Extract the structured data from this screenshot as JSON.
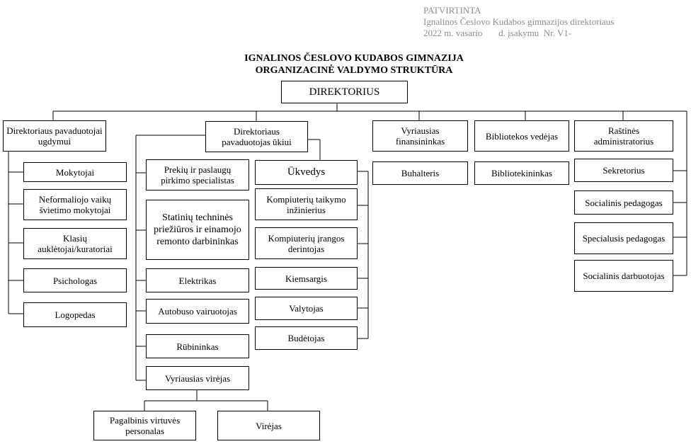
{
  "approval": {
    "line1": "PATVIRTINTA",
    "line2": "Ignalinos Česlovo Kudabos gimnazijos direktoriaus",
    "line3": "2022 m. vasario       d. įsakymu  Nr. V1-"
  },
  "title": {
    "line1": "IGNALINOS ČESLOVO KUDABOS GIMNAZIJA",
    "line2": "ORGANIZACINĖ VALDYMO STRUKTŪRA"
  },
  "nodes": {
    "director": "DIREKTORIUS",
    "deputy_education": "Direktoriaus pavaduotojai ugdymui",
    "deputy_economic": "Direktoriaus pavaduotojas ūkiui",
    "chief_financier": "Vyriausias finansininkas",
    "library_head": "Bibliotekos vedėjas",
    "office_admin": "Raštinės administratorius",
    "teachers": "Mokytojai",
    "nonformal_teachers": "Neformaliojo vaikų švietimo mokytojai",
    "class_tutors": "Klasių auklėtojai/kuratoriai",
    "psychologist": "Psichologas",
    "speech_therapist": "Logopedas",
    "procurement": "Prekių ir paslaugų pirkimo specialistas",
    "maintenance_worker": "Statinių techninės priežiūros ir einamojo remonto darbininkas",
    "electrician": "Elektrikas",
    "bus_driver": "Autobuso vairuotojas",
    "cloakroom": "Rūbininkas",
    "head_cook": "Vyriausias virėjas",
    "kitchen_staff": "Pagalbinis virtuvės personalas",
    "cook": "Virėjas",
    "housekeeper": "Ūkvedys",
    "it_engineer": "Kompiuterių taikymo inžinierius",
    "it_equipment": "Kompiuterių įrangos derintojas",
    "yard_keeper": "Kiemsargis",
    "cleaner": "Valytojas",
    "duty_officer": "Budėtojas",
    "accountant": "Buhalteris",
    "librarian": "Bibliotekininkas",
    "secretary": "Sekretorius",
    "social_pedagogue": "Socialinis pedagogas",
    "special_pedagogue": "Specialusis pedagogas",
    "social_worker": "Socialinis darbuotojas"
  }
}
